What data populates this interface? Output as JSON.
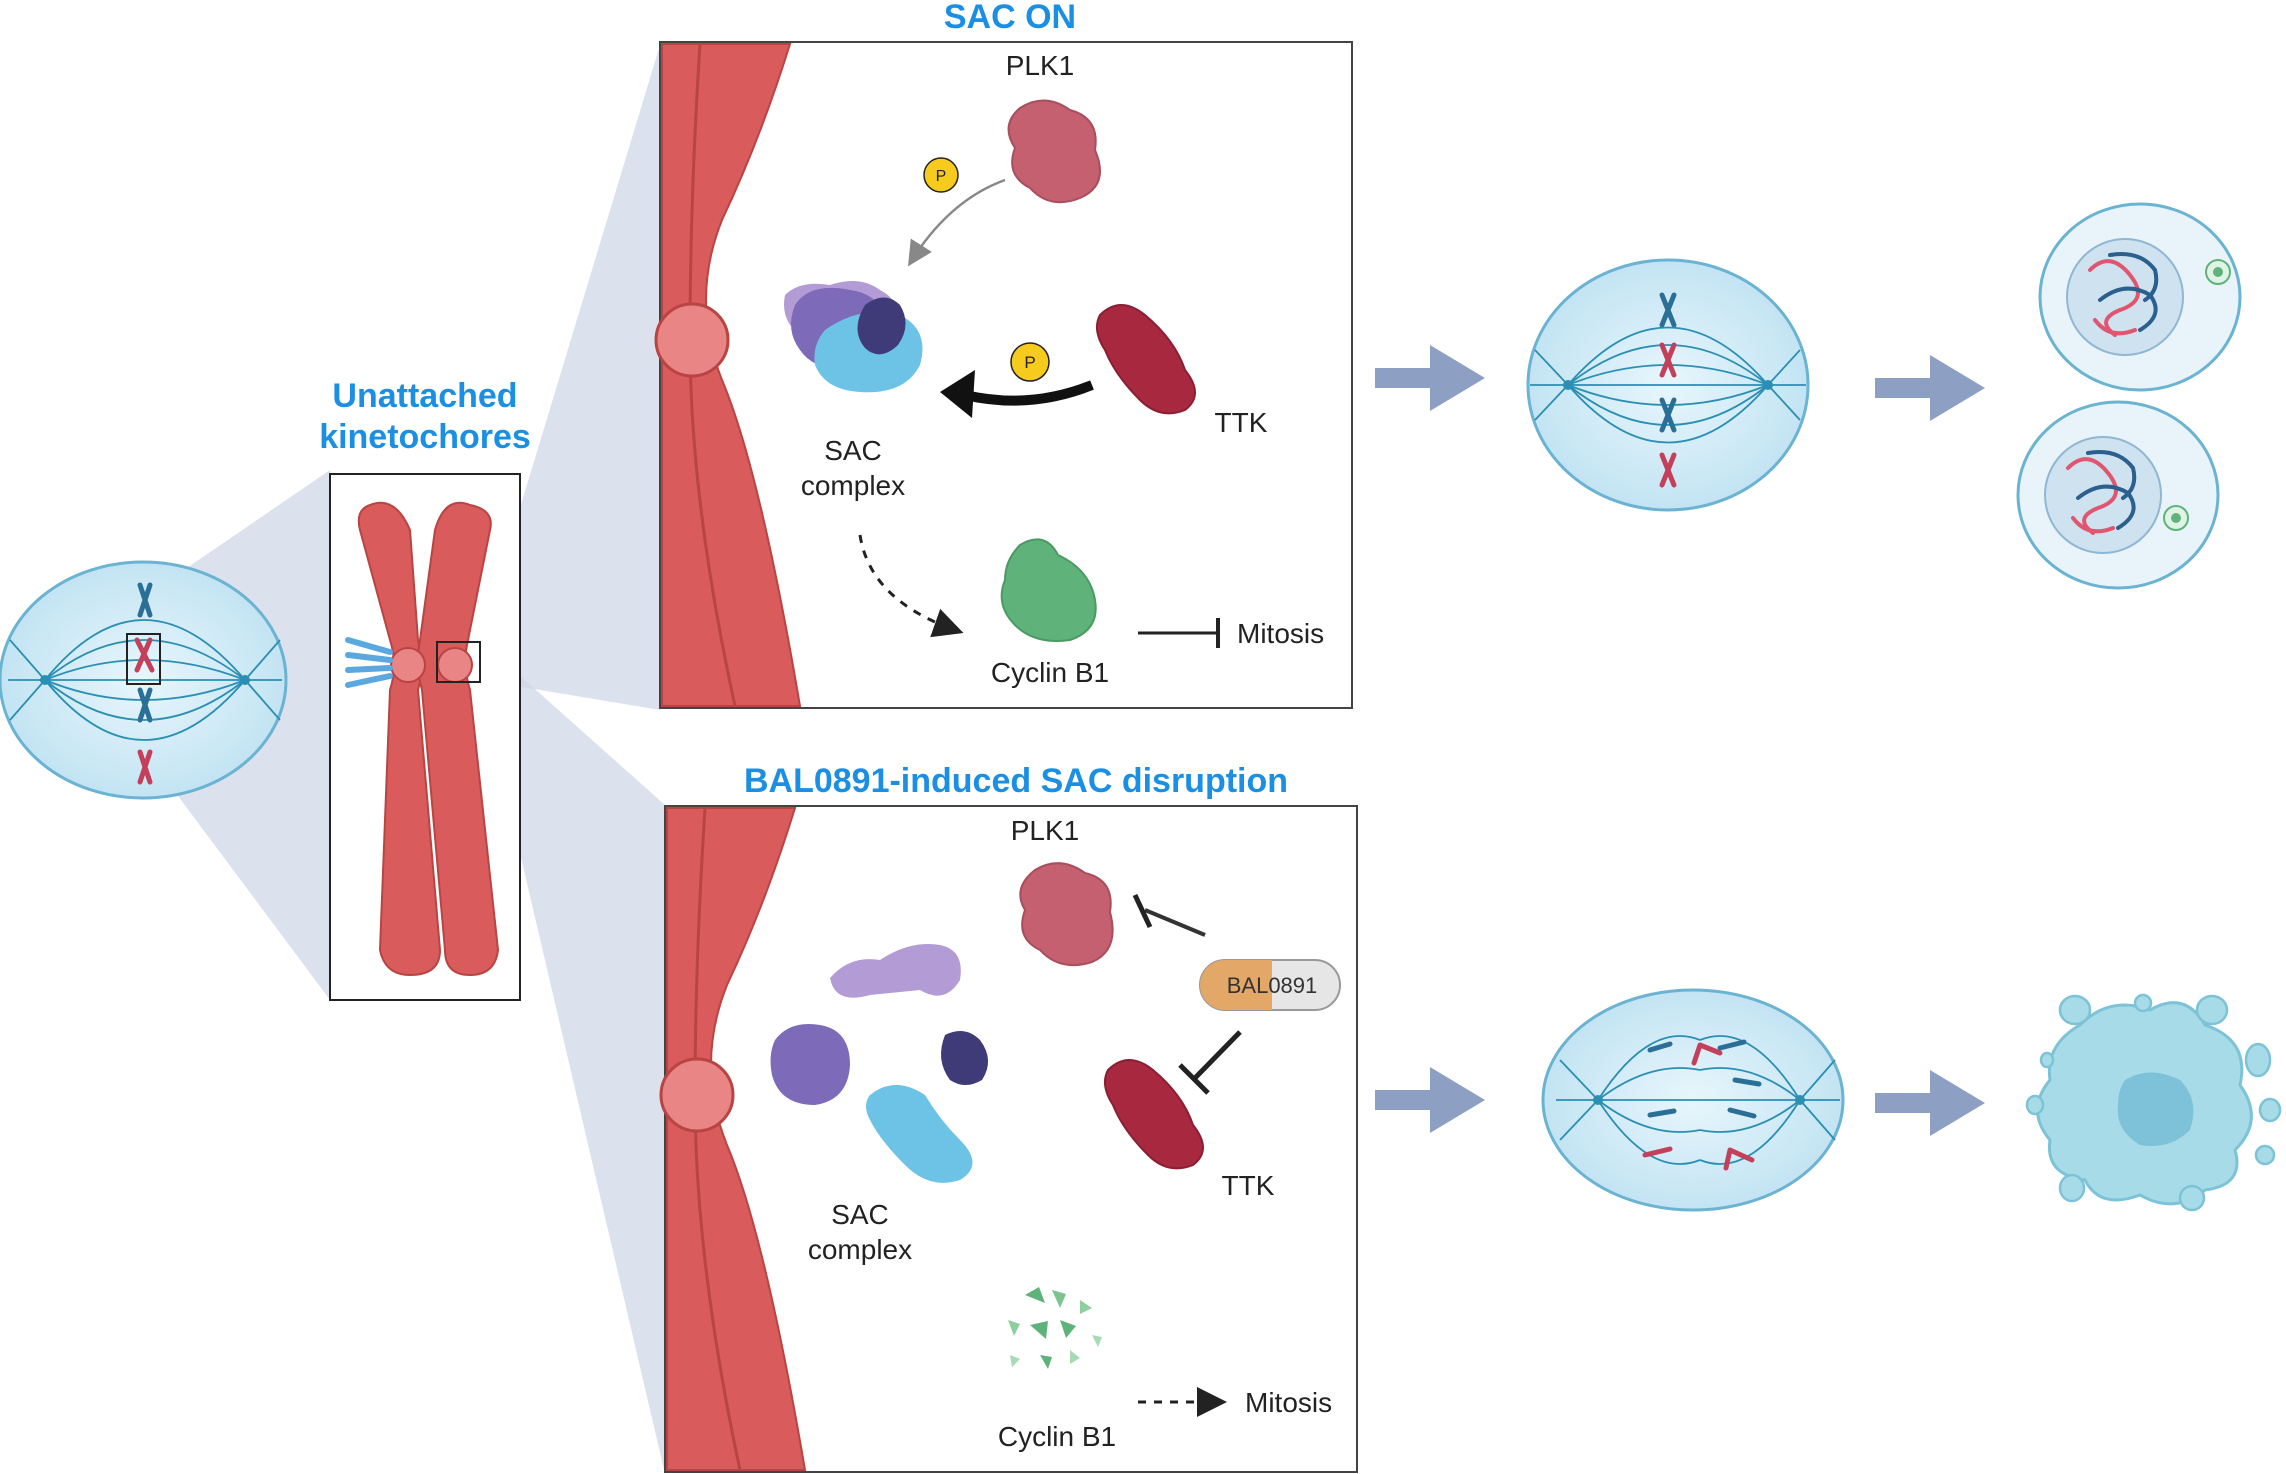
{
  "labels": {
    "unattached_line1": "Unattached",
    "unattached_line2": "kinetochores",
    "sac_on_title": "SAC ON",
    "disruption_title": "BAL0891-induced SAC disruption",
    "top": {
      "plk1": "PLK1",
      "ttk": "TTK",
      "sac_line1": "SAC",
      "sac_line2": "complex",
      "cyclin": "Cyclin B1",
      "mitosis": "Mitosis",
      "p1": "P",
      "p2": "P"
    },
    "bottom": {
      "plk1": "PLK1",
      "ttk": "TTK",
      "sac_line1": "SAC",
      "sac_line2": "complex",
      "cyclin": "Cyclin B1",
      "mitosis": "Mitosis",
      "drug": "BAL0891"
    }
  },
  "colors": {
    "title_blue": "#1a8fe3",
    "chromosome_red": "#d95b5b",
    "cell_fill": "#cfe9f5",
    "cell_stroke": "#6bb3d3",
    "spindle": "#2a8fb3",
    "plk1": "#c4606f",
    "ttk": "#a8283f",
    "cyclin": "#5fb37a",
    "sac_purple": "#7d6ab8",
    "sac_dark": "#3f3a78",
    "sac_cyan": "#6cc3e6",
    "sac_lilac": "#b39bd6",
    "phospho": "#f6cb1d",
    "arrow_grey": "#8e9fc4",
    "drug_orange": "#e3a868",
    "drug_grey": "#e6e6e6"
  }
}
